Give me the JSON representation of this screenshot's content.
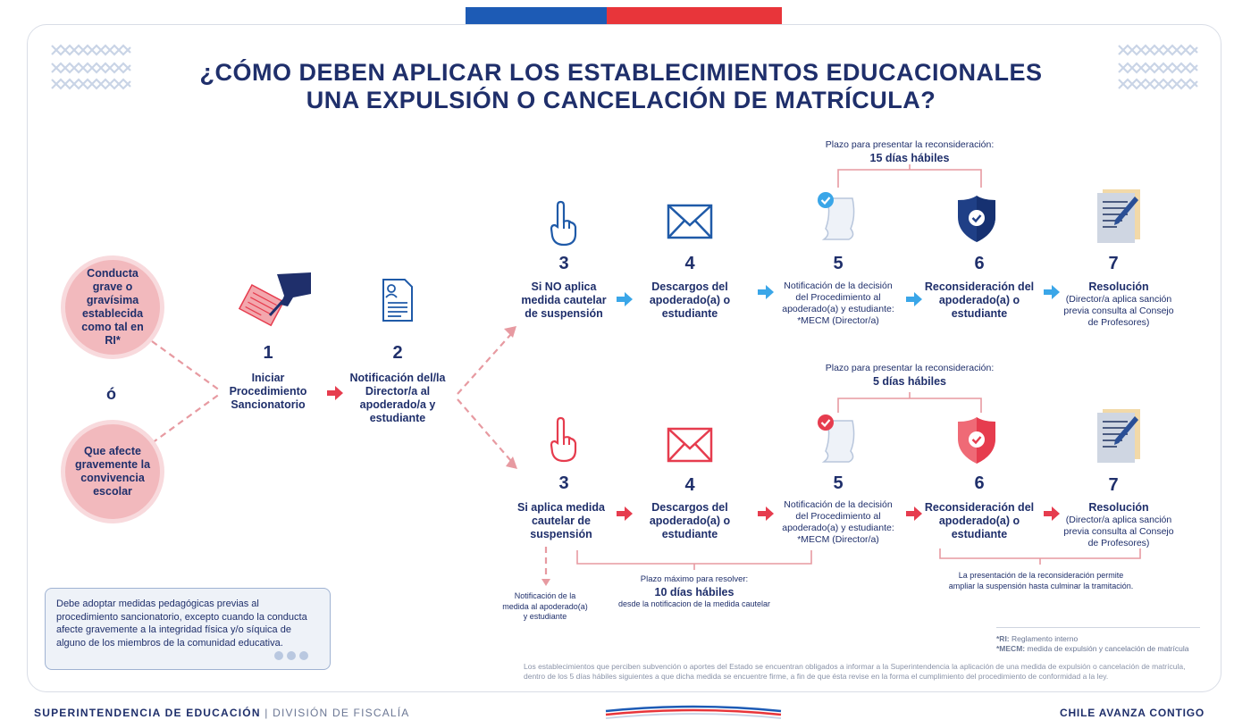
{
  "title": {
    "line1": "¿CÓMO DEBEN APLICAR LOS ESTABLECIMIENTOS EDUCACIONALES",
    "line2": "UNA EXPULSIÓN O CANCELACIÓN DE MATRÍCULA?"
  },
  "conditions": {
    "first": "Conducta grave o gravísima establecida como tal en RI*",
    "separator": "ó",
    "second": "Que afecte gravemente la convivencia escolar"
  },
  "step1": {
    "number": "1",
    "label": "Iniciar Procedimiento Sancionatorio",
    "icon": "signing-document-icon"
  },
  "step2": {
    "number": "2",
    "label": "Notificación del/la Director/a al apoderado/a y estudiante",
    "icon": "document-person-icon"
  },
  "top_branch": {
    "deadline_caption": "Plazo para presentar la reconsideración:",
    "deadline_value": "15 días hábiles",
    "steps": [
      {
        "number": "3",
        "label": "Si NO aplica medida cautelar de suspensión",
        "icon": "hand-raised-icon"
      },
      {
        "number": "4",
        "label": "Descargos del apoderado(a) o estudiante",
        "icon": "envelope-icon"
      },
      {
        "number": "5",
        "label": "Notificación de la decisión del Procedimiento al apoderado(a) y estudiante: *MECM (Director/a)",
        "icon": "scroll-check-icon"
      },
      {
        "number": "6",
        "label": "Reconsideración del apoderado(a) o estudiante",
        "icon": "shield-check-icon"
      },
      {
        "number": "7",
        "title": "Resolución",
        "label": "(Director/a aplica sanción previa consulta al Consejo de Profesores)",
        "icon": "document-pencil-icon"
      }
    ],
    "accent": "#1f5aa8"
  },
  "bottom_branch": {
    "deadline_caption": "Plazo para presentar la reconsideración:",
    "deadline_value": "5 días hábiles",
    "steps": [
      {
        "number": "3",
        "label": "Si aplica medida cautelar de suspensión",
        "icon": "hand-raised-icon"
      },
      {
        "number": "4",
        "label": "Descargos del apoderado(a) o estudiante",
        "icon": "envelope-icon"
      },
      {
        "number": "5",
        "label": "Notificación de la decisión del Procedimiento al apoderado(a) y estudiante: *MECM (Director/a)",
        "icon": "scroll-check-icon"
      },
      {
        "number": "6",
        "label": "Reconsideración del apoderado(a) o estudiante",
        "icon": "shield-check-icon"
      },
      {
        "number": "7",
        "title": "Resolución",
        "label": "(Director/a aplica sanción previa consulta al Consejo de Profesores)",
        "icon": "document-pencil-icon"
      }
    ],
    "suspension_note": "Notificación de la medida al apoderado(a) y estudiante",
    "resolve_caption": "Plazo máximo para resolver:",
    "resolve_value": "10 días hábiles",
    "resolve_sub": "desde la notificacion de la medida cautelar",
    "reconsideration_note": "La presentación de la reconsideración permite ampliar la suspensión hasta culminar la tramitación.",
    "accent": "#e63c4e"
  },
  "info_box": "Debe adoptar medidas pedagógicas previas al procedimiento sancionatorio, excepto cuando la conducta afecte gravemente a la integridad física y/o síquica de alguno de los miembros de la comunidad educativa.",
  "definitions": {
    "ri_key": "*RI:",
    "ri_value": "Reglamento interno",
    "mecm_key": "*MECM:",
    "mecm_value": "medida de expulsión y cancelación de matrícula"
  },
  "disclaimer": "Los establecimientos que perciben subvención o aportes del Estado se encuentran obligados a informar a la Superintendencia la aplicación de una medida de expulsión o cancelación de matrícula, dentro de los 5 días hábiles siguientes a que dicha medida se encuentre firme, a fin de que ésta revise en la forma el cumplimiento del procedimiento de conformidad a la ley.",
  "footer": {
    "org": "SUPERINTENDENCIA DE EDUCACIÓN",
    "separator": "|",
    "division": "DIVISIÓN DE FISCALÍA",
    "slogan": "CHILE AVANZA CONTIGO"
  },
  "colors": {
    "navy": "#1f2f6b",
    "blue": "#1f5aa8",
    "light_blue": "#3aa6e8",
    "red": "#e63c4e",
    "pink": "#f2b9bd"
  }
}
